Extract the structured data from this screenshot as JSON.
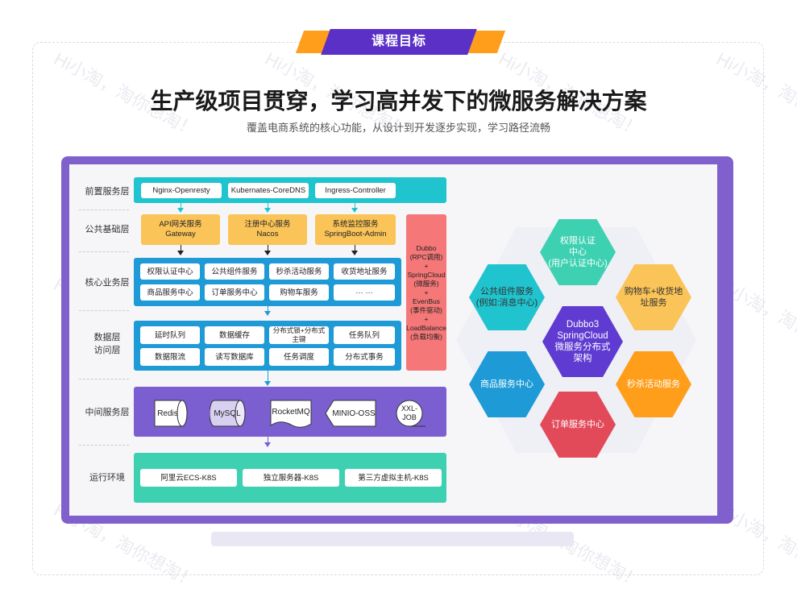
{
  "header": {
    "badge": "课程目标"
  },
  "title": "生产级项目贯穿，学习高并发下的微服务解决方案",
  "subtitle": "覆盖电商系统的核心功能，从设计到开发逐步实现，学习路径流畅",
  "watermark": "Hi小淘，淘你想淘！",
  "layers": {
    "front": {
      "label": "前置服务层",
      "items": [
        "Nginx-Openresty",
        "Kubernates-CoreDNS",
        "Ingress-Controller"
      ]
    },
    "base": {
      "label": "公共基础层",
      "items": [
        {
          "line1": "API网关服务",
          "line2": "Gateway"
        },
        {
          "line1": "注册中心服务",
          "line2": "Nacos"
        },
        {
          "line1": "系统监控服务",
          "line2": "SpringBoot-Admin"
        }
      ]
    },
    "core": {
      "label": "核心业务层",
      "items": [
        "权限认证中心",
        "公共组件服务",
        "秒杀活动服务",
        "收货地址服务",
        "商品服务中心",
        "订单服务中心",
        "购物车服务",
        "··· ···"
      ]
    },
    "data": {
      "label1": "数据层",
      "label2": "访问层",
      "items": [
        "延时队列",
        "数据缓存",
        "分布式锁+分布式主键",
        "任务队列",
        "数据限流",
        "读写数据库",
        "任务调度",
        "分布式事务"
      ]
    },
    "middleware": {
      "label": "中间服务层",
      "items": [
        "Redis",
        "MySQL",
        "RocketMQ",
        "MINIO-OSS",
        "XXL-JOB"
      ]
    },
    "runtime": {
      "label": "运行环境",
      "items": [
        "阿里云ECS-K8S",
        "独立服务器-K8S",
        "第三方虚拟主机-K8S"
      ]
    }
  },
  "side": {
    "lines": [
      "Dubbo",
      "(RPC调用)",
      "+",
      "SpringCloud",
      "(微服务)",
      "+",
      "EvenBus",
      "(事件驱动)",
      "+",
      "LoadBalance",
      "(负载均衡)"
    ]
  },
  "hexes": {
    "center": [
      "Dubbo3",
      "SpringCloud",
      "微服务分布式",
      "架构"
    ],
    "top": [
      "权限认证",
      "中心",
      "(用户认证中心)"
    ],
    "upper_left": [
      "公共组件服务",
      "(例如:消息中心)"
    ],
    "upper_right": [
      "购物车+收货地",
      "址服务"
    ],
    "lower_left": [
      "商品服务中心"
    ],
    "lower_right": [
      "秒杀活动服务"
    ],
    "bottom": [
      "订单服务中心"
    ]
  },
  "colors": {
    "purple": "#7b5fd0",
    "teal": "#20c4cf",
    "blue": "#1e9bd7",
    "yellow": "#fac458",
    "red": "#f57777",
    "green": "#3ed1b1",
    "orange": "#ff9e1b"
  }
}
